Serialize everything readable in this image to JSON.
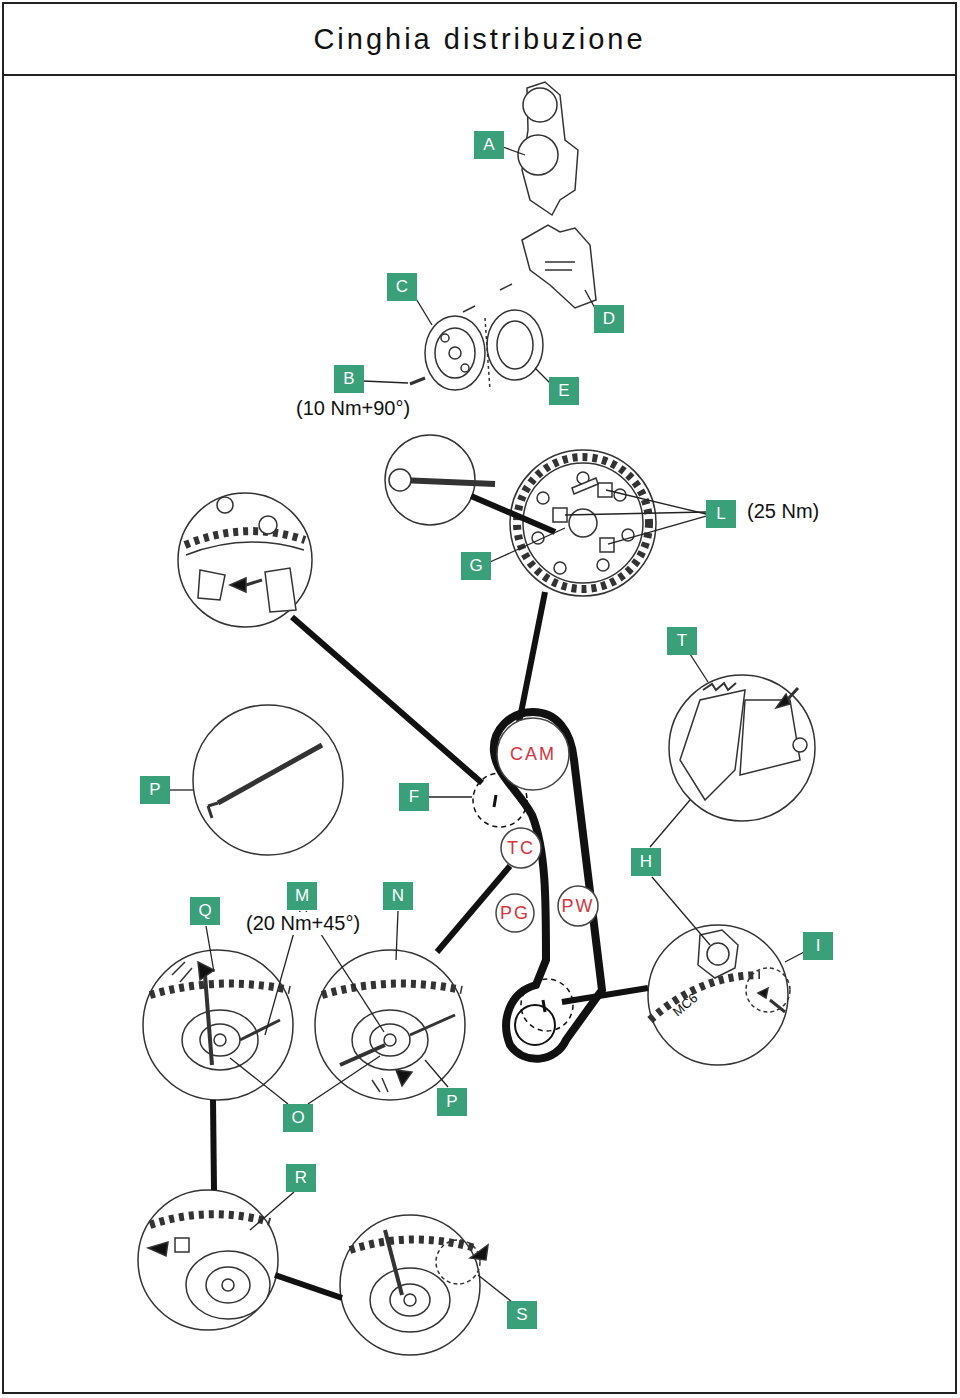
{
  "diagram": {
    "title": "Cinghia distribuzione",
    "nodes": [
      {
        "text": [
          "A"
        ]
      },
      {
        "text": [
          "C"
        ]
      },
      {
        "text": [
          "D"
        ]
      },
      {
        "text": [
          "B"
        ]
      },
      {
        "text": [
          "E"
        ]
      },
      {
        "text": [
          "L"
        ]
      },
      {
        "text": [
          "G"
        ]
      },
      {
        "text": [
          "T"
        ]
      },
      {
        "text": [
          "CAM"
        ]
      },
      {
        "text": [
          "P"
        ]
      },
      {
        "text": [
          "F"
        ]
      },
      {
        "text": [
          "TC"
        ]
      },
      {
        "text": [
          "H"
        ]
      },
      {
        "text": [
          "M"
        ]
      },
      {
        "text": [
          "N"
        ]
      },
      {
        "text": [
          "PW"
        ]
      },
      {
        "text": [
          "Q"
        ]
      },
      {
        "text": [
          "PG"
        ]
      },
      {
        "text": [
          "I"
        ]
      },
      {
        "text": [
          "P"
        ]
      },
      {
        "text": [
          "O"
        ]
      },
      {
        "text": [
          "R"
        ]
      },
      {
        "text": [
          "S"
        ]
      }
    ],
    "labels": [
      "(10 Nm+90°)",
      "(25 Nm)",
      "(20 Nm+45°)",
      "MC6"
    ]
  }
}
